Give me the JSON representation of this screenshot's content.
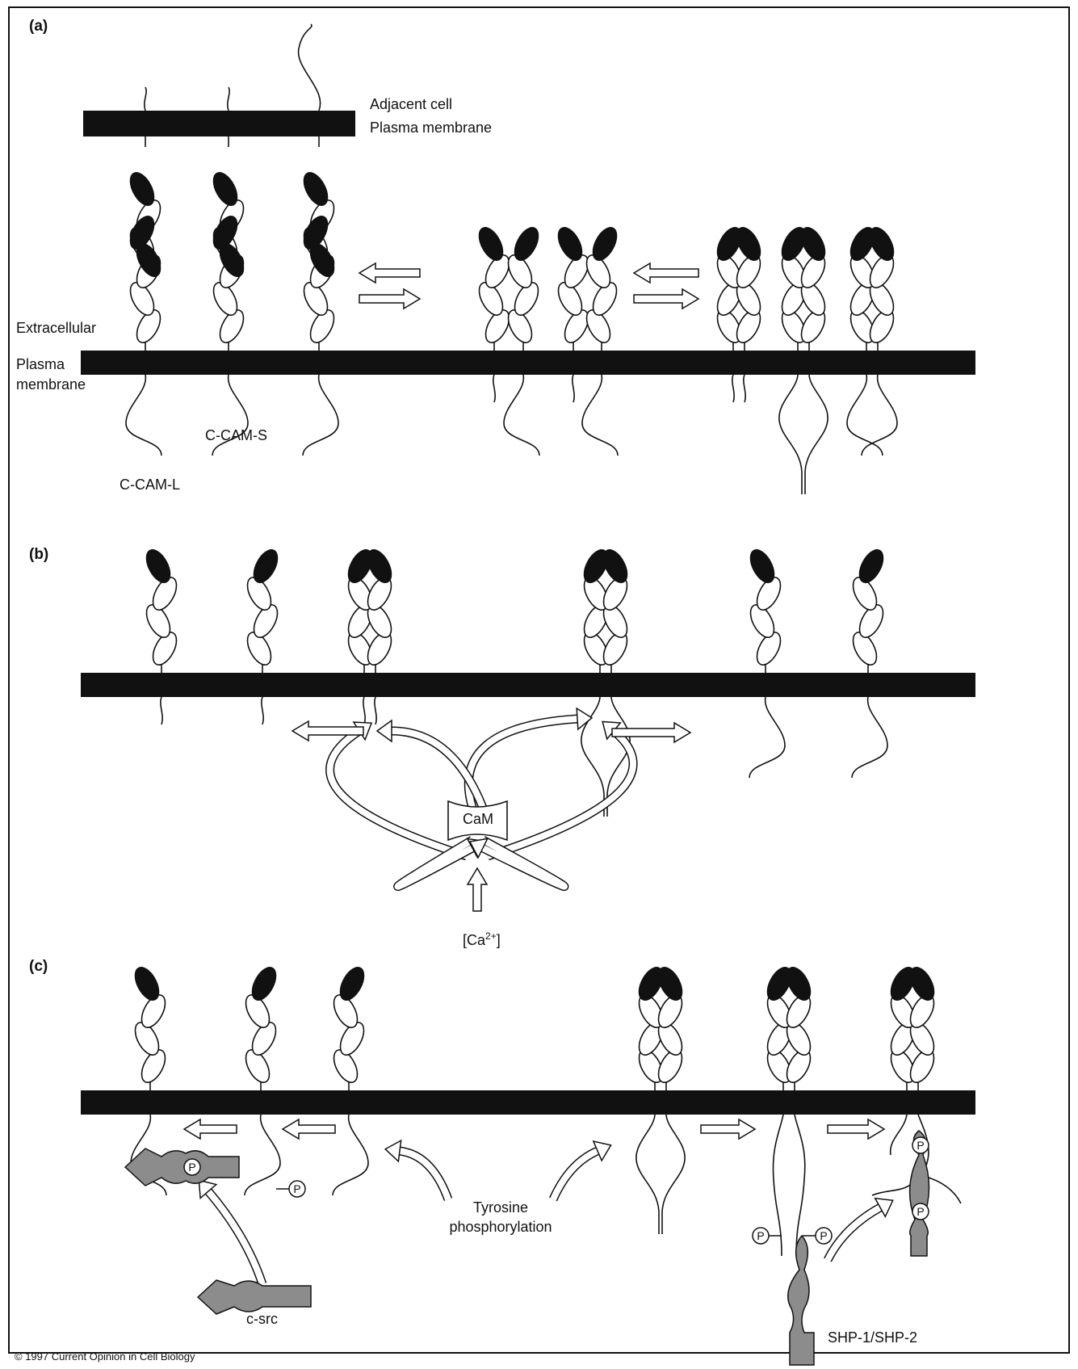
{
  "panels": {
    "a": "(a)",
    "b": "(b)",
    "c": "(c)"
  },
  "labels": {
    "adjacent_cell": "Adjacent cell",
    "adjacent_membrane": "Plasma membrane",
    "extracellular": "Extracellular",
    "plasma": "Plasma",
    "membrane": "membrane",
    "ccam_s": "C-CAM-S",
    "ccam_l": "C-CAM-L",
    "cam": "CaM",
    "ca_base": "[Ca",
    "ca_sup": "2+",
    "ca_close": "]",
    "tyr1": "Tyrosine",
    "tyr2": "phosphorylation",
    "csrc": "c-src",
    "shp": "SHP-1/SHP-2",
    "p": "P"
  },
  "credit": "© 1997 Current Opinion in Cell Biology",
  "colors": {
    "ink": "#111111",
    "kinase_fill": "#8c8c8c",
    "background": "#ffffff"
  }
}
